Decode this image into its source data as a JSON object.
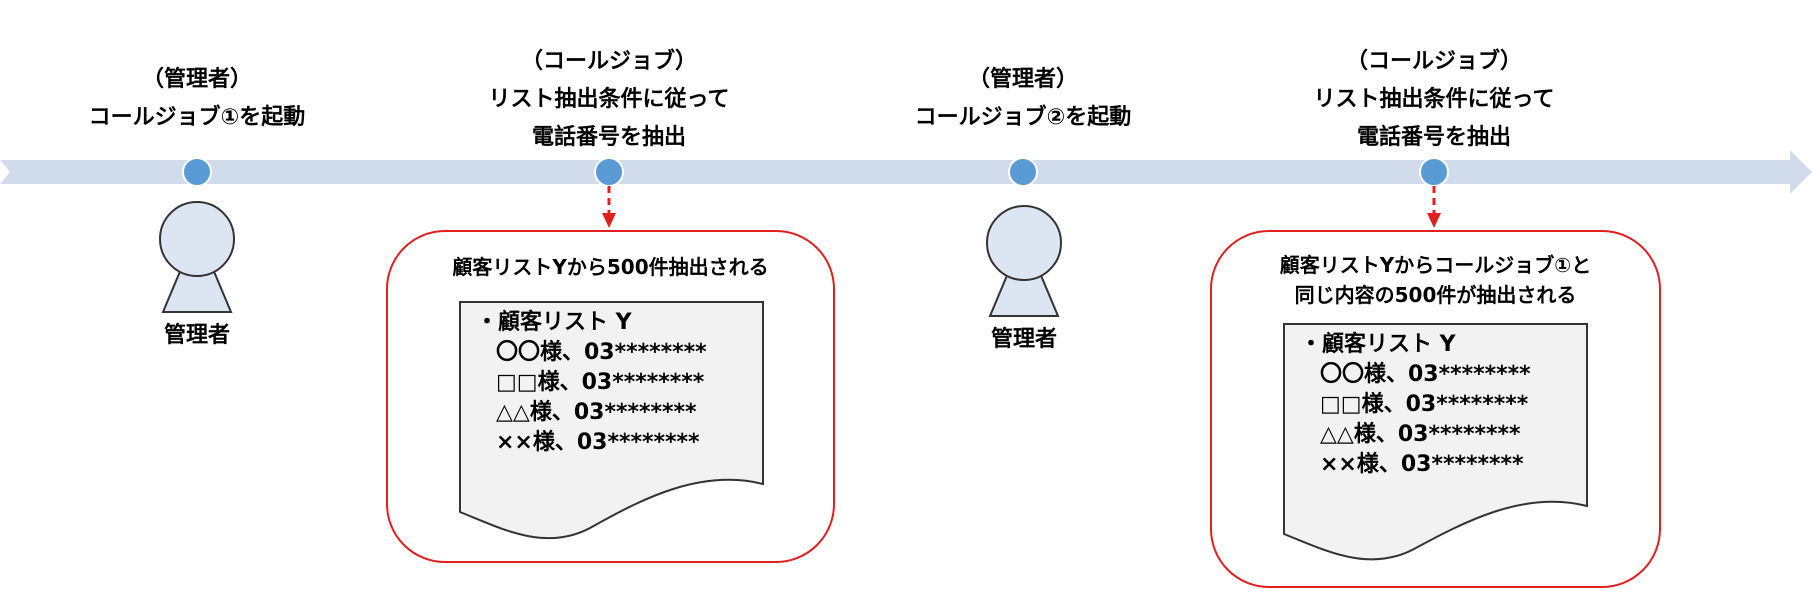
{
  "colors": {
    "timeline": "#d0dcec",
    "node": "#5b9bd5",
    "node_stroke": "#ffffff",
    "arrow": "#e02020",
    "box_stroke": "#e02020",
    "person_fill": "#dce6f2",
    "person_stroke": "#333333",
    "doc_fill": "#f2f2f2",
    "doc_stroke": "#333333"
  },
  "events": [
    {
      "id": "event1",
      "lines": [
        "（管理者）",
        "コールジョブ①を起動"
      ],
      "actor_label": "管理者"
    },
    {
      "id": "event2",
      "lines": [
        "（コールジョブ）",
        "リスト抽出条件に従って",
        "電話番号を抽出"
      ],
      "result": {
        "title_lines": [
          "顧客リストYから500件抽出される"
        ],
        "doc": {
          "header": "・顧客リスト Y",
          "rows": [
            "〇〇様、03********",
            "□□様、03********",
            "△△様、03********",
            "××様、03********"
          ]
        }
      }
    },
    {
      "id": "event3",
      "lines": [
        "（管理者）",
        "コールジョブ②を起動"
      ],
      "actor_label": "管理者"
    },
    {
      "id": "event4",
      "lines": [
        "（コールジョブ）",
        "リスト抽出条件に従って",
        "電話番号を抽出"
      ],
      "result": {
        "title_lines": [
          "顧客リストYからコールジョブ①と",
          "同じ内容の500件が抽出される"
        ],
        "doc": {
          "header": "・顧客リスト Y",
          "rows": [
            "〇〇様、03********",
            "□□様、03********",
            "△△様、03********",
            "××様、03********"
          ]
        }
      }
    }
  ]
}
